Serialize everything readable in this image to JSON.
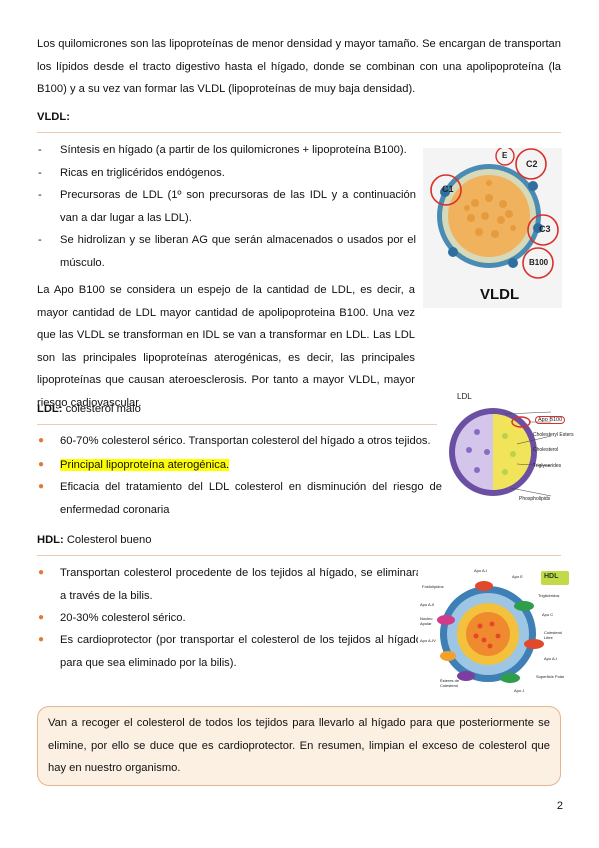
{
  "intro": "Los quilomicrones son las lipoproteínas de menor densidad y mayor tamaño. Se encargan de transportan los lípidos desde el tracto digestivo hasta el hígado, donde se combinan con una apolipoproteína (la B100) y a su vez van formar las VLDL (lipoproteínas de muy baja densidad).",
  "vldl": {
    "heading": "VLDL:",
    "items": [
      "Síntesis en hígado (a partir de los quilomicrones + lipoproteína B100).",
      "Ricas en triglicéridos endógenos.",
      "Precursoras de LDL (1º son precursoras de las IDL y a continuación van a dar lugar a las LDL).",
      "Se hidrolizan y se liberan AG que serán almacenados o usados por el músculo."
    ],
    "bullet": "-",
    "paragraph": "La Apo B100 se considera un espejo de la cantidad de LDL, es decir, a mayor cantidad de LDL mayor cantidad de apolipoproteina B100. Una vez que las VLDL se transforman en IDL se van a transformar en LDL. Las LDL son las principales lipoproteínas aterogénicas, es decir, las principales lipoproteínas que causan ateroesclerosis. Por tanto a mayor VLDL, mayor riesgo cadiovascular.",
    "figure": {
      "title": "VLDL",
      "labels": [
        "C1",
        "C2",
        "C3",
        "E",
        "B100"
      ]
    }
  },
  "ldl": {
    "heading_bold": "LDL:",
    "heading_rest": " colesterol malo",
    "items": [
      "60-70% colesterol sérico. Transportan colesterol del hígado a otros tejidos.",
      "Principal lipoproteína aterogénica.",
      "Eficacia del tratamiento del LDL colesterol en disminución del riesgo de enfermedad coronaria"
    ],
    "bullet": "●",
    "figure": {
      "title": "LDL",
      "labels": [
        "Apo B100",
        "Cholesteryl Esters",
        "Cholesterol",
        "Triglycerides",
        "Phospholipids"
      ]
    }
  },
  "hdl": {
    "heading_bold": "HDL:",
    "heading_rest": " Colesterol bueno",
    "items": [
      "Transportan colesterol procedente de los tejidos al hígado, se eliminará a través de la bilis.",
      "20-30% colesterol sérico.",
      "Es cardioprotector (por transportar el colesterol de los tejidos al hígado para que sea eliminado por la bilis)."
    ],
    "bullet": "●",
    "figure": {
      "badge": "HDL",
      "labels": [
        "Apo A-I",
        "Apo E",
        "Fosfolípidos",
        "Triglicéridos",
        "Apo C",
        "Apo A-II",
        "Núcleo Apolar",
        "Colesterol Libre",
        "Apo A-IV",
        "Apo A-I",
        "Ésteres de Colesterol",
        "Superficie Polar",
        "Apo J"
      ]
    }
  },
  "summary": "Van a recoger el colesterol de todos los tejidos para llevarlo al hígado para que posteriormente se elimine, por ello se duce que es cardioprotector. En resumen, limpian el exceso de colesterol que hay en nuestro organismo.",
  "page_number": "2",
  "colors": {
    "bullet": "#e07a3a",
    "rule": "#f2c9b5",
    "highlight": "#ffff00",
    "box_fill": "#fcf0e3",
    "box_border": "#e5b58f",
    "hdl_badge": "#c4d94a"
  }
}
